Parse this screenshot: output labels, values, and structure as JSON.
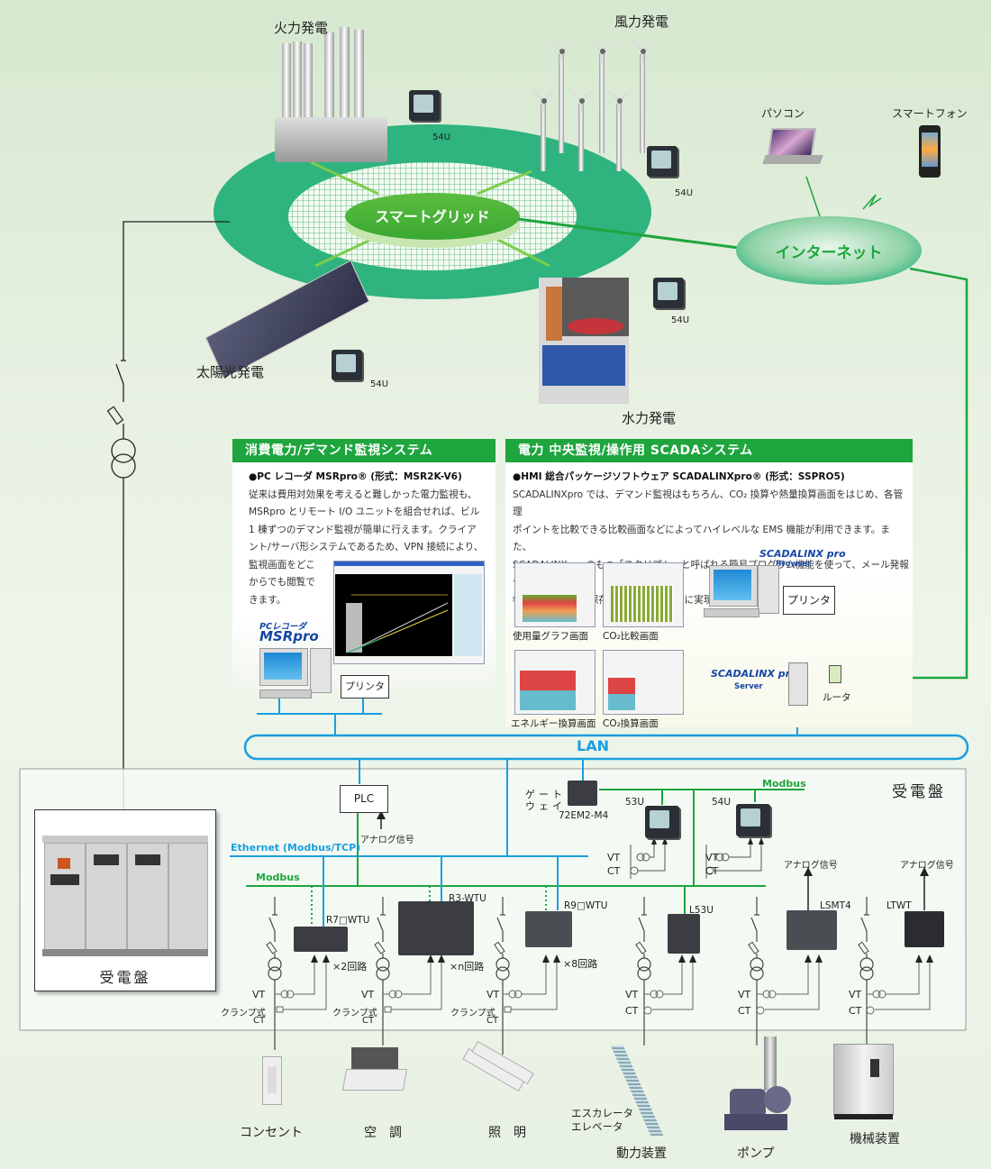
{
  "generation": {
    "thermal": {
      "label": "火力発電",
      "meter": "54U"
    },
    "wind": {
      "label": "風力発電",
      "meter": "54U"
    },
    "solar": {
      "label": "太陽光発電",
      "meter": "54U"
    },
    "hydro": {
      "label": "水力発電",
      "meter": "54U"
    }
  },
  "grid": {
    "label": "スマートグリッド"
  },
  "internet": {
    "label": "インターネット",
    "pc_label": "パソコン",
    "phone_label": "スマートフォン"
  },
  "panel_left": {
    "title": "消費電力/デマンド監視システム",
    "subtitle": "●PC レコーダ MSRpro® (形式：MSR2K-V6)",
    "lines": [
      "従来は費用対効果を考えると難しかった電力監視も、",
      "MSRpro とリモート I/O ユニットを組合せれば、ビル",
      "1 棟ずつのデマンド監視が簡単に行えます。クライア",
      "ント/サーバ形システムであるため、VPN 接続により、",
      "監視画面をどこ",
      "からでも閲覧で",
      "きます。"
    ],
    "brand_top": "PCレコーダ",
    "brand_main": "MSRpro",
    "printer": "プリンタ"
  },
  "panel_right": {
    "title": "電力 中央監視/操作用 SCADAシステム",
    "subtitle": "●HMI 総合パッケージソフトウェア SCADALINXpro® (形式：SSPRO5)",
    "lines": [
      "SCADALINXpro では、デマンド監視はもちろん、CO₂ 換算や熱量換算画面をはじめ、各管理",
      "ポイントを比較できる比較画面などによってハイレベルな EMS 機能が利用できます。また、",
      "SCADALINXpro のもつ「スクリプト」と呼ばれる簡易プログラム機能を使って、メール発報や",
      "帳票の自動印字・保存などの機能が自在に実現できます。"
    ],
    "screens": [
      "使用量グラフ画面",
      "CO₂比較画面",
      "エネルギー換算画面",
      "CO₂換算画面"
    ],
    "brand_main": "SCADALINX pro",
    "browser_label": "Browser",
    "server_label": "Server",
    "printer": "プリンタ",
    "router": "ルータ"
  },
  "lan": {
    "label": "LAN"
  },
  "substation": {
    "title": "受電盤",
    "photo_caption": "受電盤",
    "plc": "PLC",
    "analog_signal": "アナログ信号",
    "ethernet_label": "Ethernet (Modbus/TCP)",
    "modbus_label": "Modbus",
    "gateway_label_1": "ゲート",
    "gateway_label_2": "ウェイ",
    "gateway_model": "72EM2-M4",
    "meters": [
      "53U",
      "54U"
    ],
    "vt": "VT",
    "ct": "CT",
    "clamp_ct_1": "クランプ式",
    "clamp_ct_2": "CT",
    "units": [
      {
        "model": "R7□WTU",
        "circuits": "×2回路"
      },
      {
        "model": "R3-WTU",
        "circuits": "×n回路"
      },
      {
        "model": "R9□WTU",
        "circuits": "×8回路"
      },
      {
        "model": "L53U",
        "circuits": ""
      },
      {
        "model": "LSMT4",
        "circuits": ""
      },
      {
        "model": "LTWT",
        "circuits": ""
      }
    ]
  },
  "loads": [
    {
      "label": "コンセント"
    },
    {
      "label": "空　調"
    },
    {
      "label": "照　明"
    },
    {
      "label": "エスカレータ\nエレベータ"
    },
    {
      "label": "動力装置"
    },
    {
      "label": "ポンプ"
    },
    {
      "label": "機械装置"
    }
  ],
  "loads_extra": {
    "escalator_1": "エスカレータ",
    "escalator_2": "エレベータ"
  },
  "colors": {
    "green_primary": "#1ea53d",
    "grid_ring": "#2fb37f",
    "lan_blue": "#1a9ee0",
    "modbus_green": "#1ea53d"
  }
}
